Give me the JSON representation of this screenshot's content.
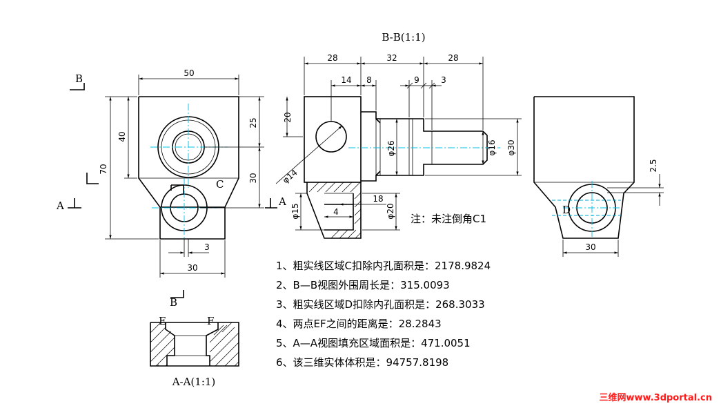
{
  "views": {
    "bb_title": "B-B(1:1)",
    "aa_title": "A-A(1:1)"
  },
  "labels": {
    "b_top": "B",
    "b_bottom": "B",
    "a_left": "A",
    "a_right": "A",
    "c": "C",
    "d": "D",
    "e": "E",
    "f": "F"
  },
  "dims_front": {
    "width_top": "50",
    "height_total": "70",
    "height_40": "40",
    "right_25": "25",
    "right_30": "30",
    "bottom_3": "3",
    "bottom_30": "30"
  },
  "dims_section": {
    "top_28a": "28",
    "top_32": "32",
    "top_28b": "28",
    "d14": "14",
    "d8": "8",
    "d9": "9",
    "d3": "3",
    "left_20": "20",
    "phi14": "φ14",
    "phi26": "φ26",
    "phi16": "φ16",
    "phi30": "φ30",
    "phi15": "φ15",
    "d4": "4",
    "d18": "18",
    "phi20": "φ20"
  },
  "dims_side": {
    "d25": "2.5",
    "d30": "30"
  },
  "chamfer_note": "注：未注倒角C1",
  "questions": [
    "1、粗实线区域C扣除内孔面积是：2178.9824",
    "2、B—B视图外围周长是：315.0093",
    "3、粗实线区域D扣除内孔面积是：268.3033",
    "4、两点EF之间的距离是：28.2843",
    "5、A—A视图填充区域面积是：471.0051",
    "6、该三维实体体积是：94757.8198"
  ],
  "watermark": "三维网www.3dportal.cn"
}
